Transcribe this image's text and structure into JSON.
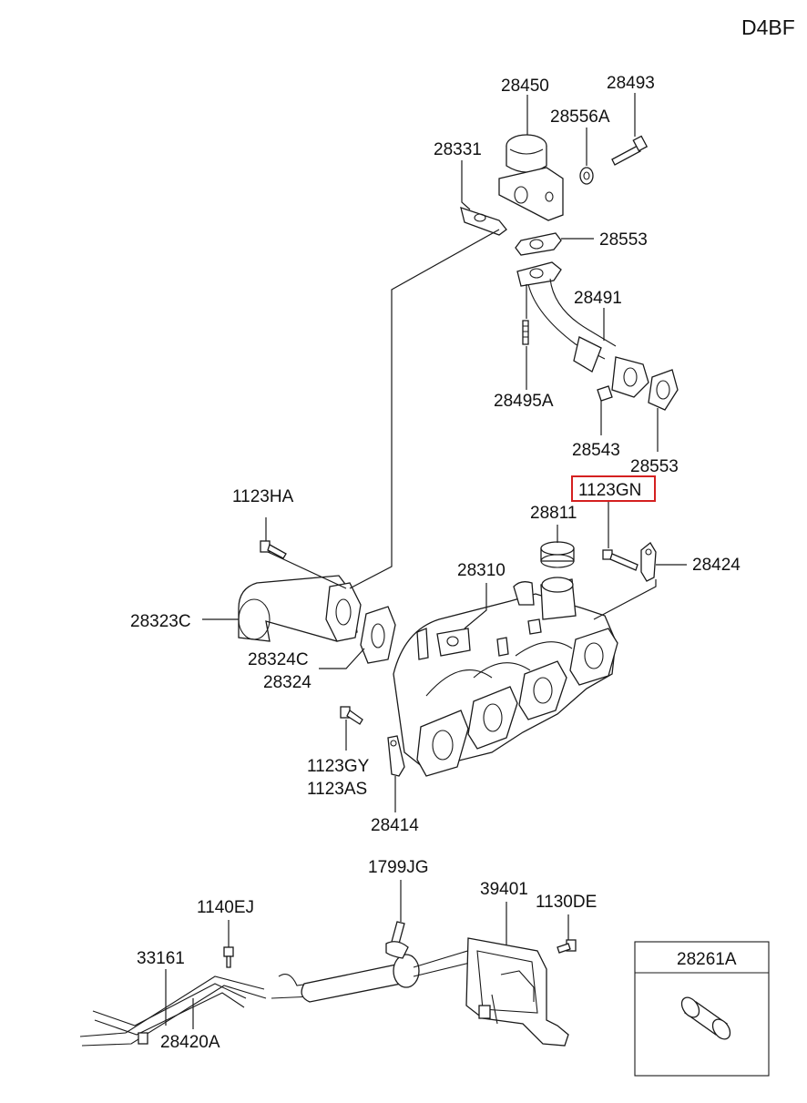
{
  "engine_code": "D4BF",
  "highlight_color": "#d42020",
  "labels": {
    "p28450": "28450",
    "p28493": "28493",
    "p28556A": "28556A",
    "p28331": "28331",
    "p28553_top": "28553",
    "p28491": "28491",
    "p28495A": "28495A",
    "p28543": "28543",
    "p28553_bottom": "28553",
    "p1123GN": "1123GN",
    "p28811": "28811",
    "p28424": "28424",
    "p28310": "28310",
    "p1123HA": "1123HA",
    "p28323C": "28323C",
    "p28324C": "28324C",
    "p28324": "28324",
    "p1123GY": "1123GY",
    "p1123AS": "1123AS",
    "p28414": "28414",
    "p1799JG": "1799JG",
    "p39401": "39401",
    "p1130DE": "1130DE",
    "p1140EJ": "1140EJ",
    "p33161": "33161",
    "p28420A": "28420A",
    "p28261A": "28261A"
  }
}
